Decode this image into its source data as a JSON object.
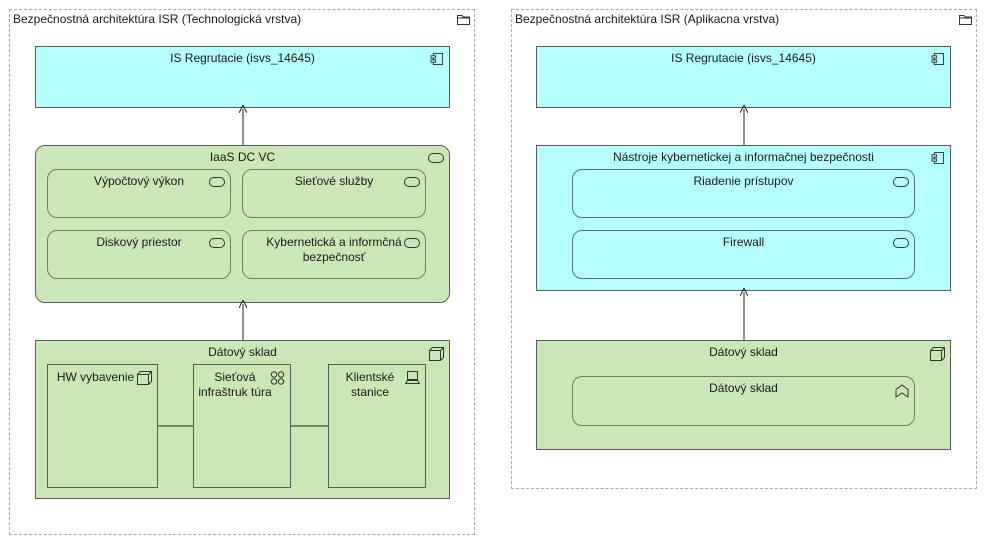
{
  "left_view": {
    "title": "Bezpečnostná architektúra ISR (Technologická vrstva)",
    "app_component": "IS Regrutacie (isvs_14645)",
    "service": {
      "name": "IaaS DC VC",
      "items": [
        "Výpočtový výkon",
        "Sieťové služby",
        "Diskový priestor",
        "Kybernetická a informčná bezpečnosť"
      ]
    },
    "node": {
      "name": "Dátový sklad",
      "items": [
        "HW vybavenie",
        "Sieťová infraštruk túra",
        "Klientské stanice"
      ]
    }
  },
  "right_view": {
    "title": "Bezpečnostná architektúra ISR (Aplikacna vrstva)",
    "app_component": "IS Regrutacie (isvs_14645)",
    "security_component": {
      "name": "Nástroje kybernetickej a informačnej bezpečnosti",
      "items": [
        "Riadenie prístupov",
        "Firewall"
      ]
    },
    "node": {
      "name": "Dátový sklad",
      "function": "Dátový sklad"
    }
  },
  "colors": {
    "application": "#b5fffe",
    "technology": "#c9e7b7",
    "group_border": "#a8a8a8"
  },
  "icons": {
    "group": "folder-icon",
    "component": "component-icon",
    "service": "service-icon",
    "node": "node-icon",
    "device": "device-icon",
    "network": "network-icon",
    "function": "function-icon"
  }
}
